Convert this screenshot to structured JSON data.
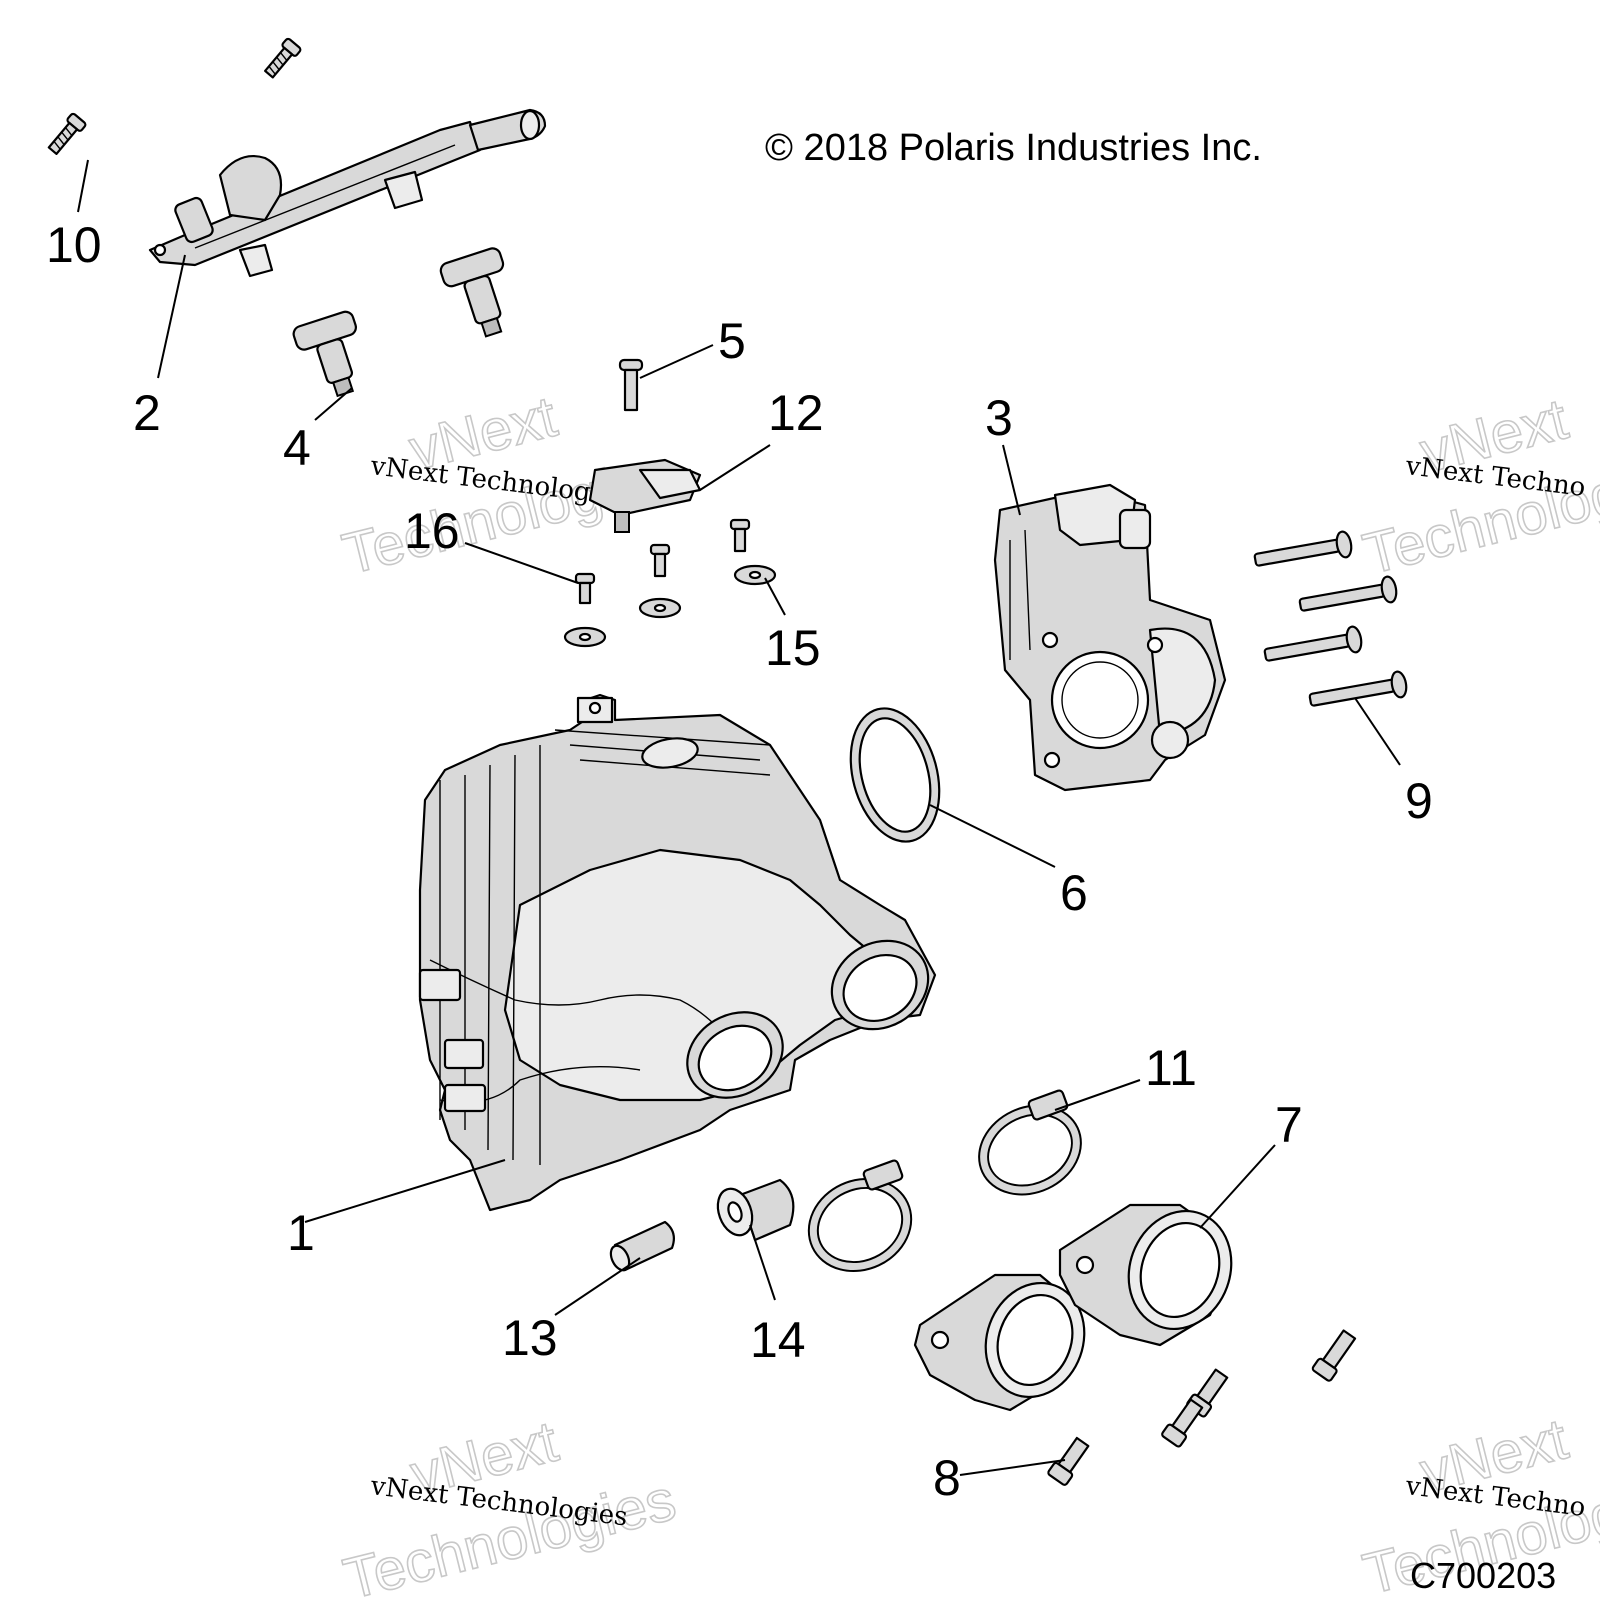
{
  "copyright": "© 2018 Polaris Industries Inc.",
  "drawing_code": "C700203",
  "watermark": {
    "line1": "vNext",
    "line2": "Technologies",
    "inline": "vNext Technologies",
    "inline_partial": "vNext Techno"
  },
  "callouts": {
    "c1": "1",
    "c2": "2",
    "c3": "3",
    "c4": "4",
    "c5": "5",
    "c6": "6",
    "c7": "7",
    "c8": "8",
    "c9": "9",
    "c10": "10",
    "c11": "11",
    "c12": "12",
    "c13": "13",
    "c14": "14",
    "c15": "15",
    "c16": "16"
  }
}
